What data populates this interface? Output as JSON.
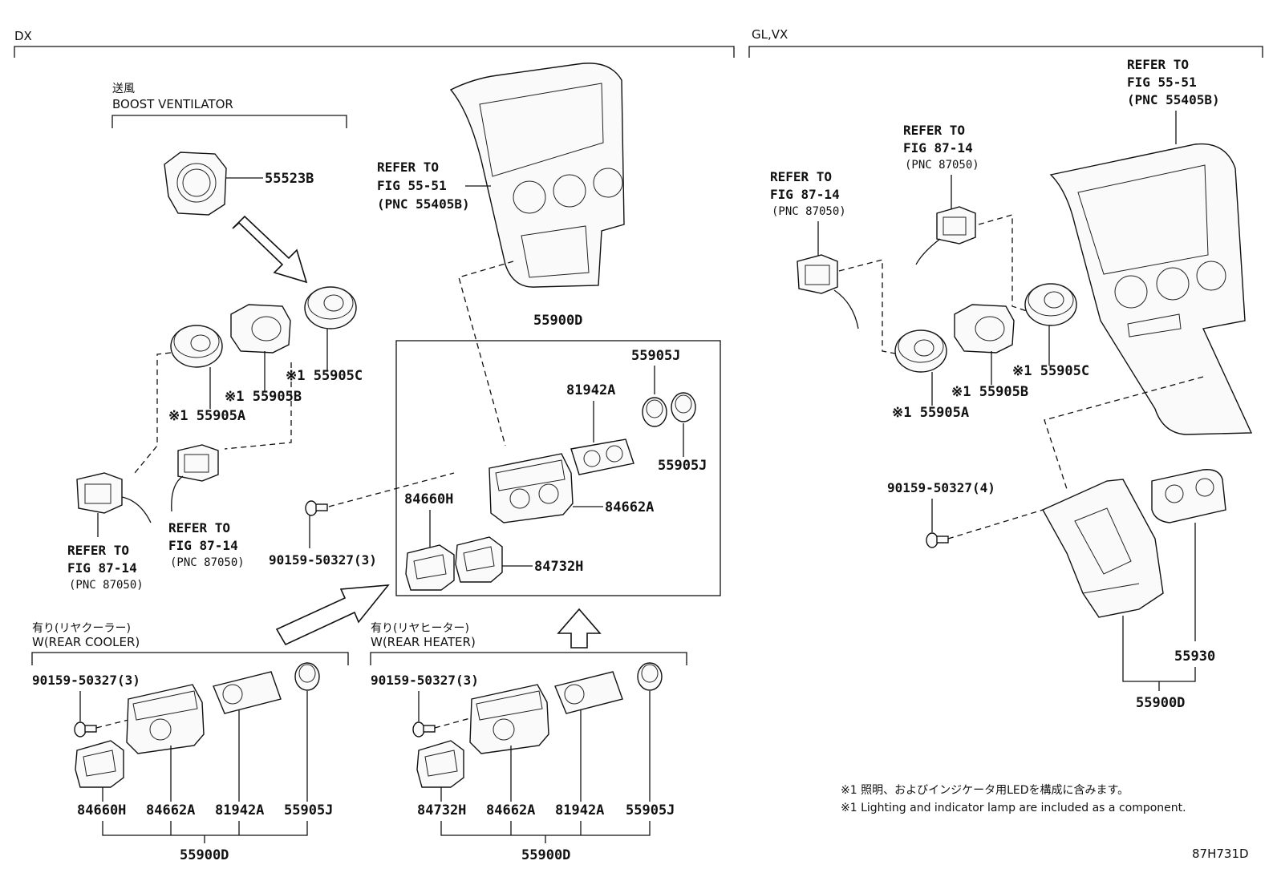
{
  "sections": {
    "dx": "DX",
    "glvx": "GL,VX"
  },
  "labels": {
    "boost_jp": "送風",
    "boost_en": "BOOST VENTILATOR",
    "rear_cooler_jp": "有り(リヤクーラー)",
    "rear_cooler_en": "W(REAR COOLER)",
    "rear_heater_jp": "有り(リヤヒーター)",
    "rear_heater_en": "W(REAR HEATER)"
  },
  "refs": {
    "refer_to": "REFER TO",
    "fig_55_51": "FIG 55-51",
    "pnc_55405b": "(PNC 55405B)",
    "fig_87_14": "FIG 87-14",
    "pnc_87050": "(PNC 87050)"
  },
  "parts": {
    "p55523b": "55523B",
    "p155905a": "※1 55905A",
    "p155905b": "※1 55905B",
    "p155905c": "※1 55905C",
    "p55900d": "55900D",
    "p55905j": "55905J",
    "p81942a": "81942A",
    "p84660h": "84660H",
    "p84662a": "84662A",
    "p84732h": "84732H",
    "p55930": "55930",
    "bolt3": "90159-50327(3)",
    "bolt4": "90159-50327(4)"
  },
  "notes": {
    "jp": "※1 照明、およびインジケータ用LEDを構成に含みます。",
    "en": "※1 Lighting and indicator lamp are included as a component."
  },
  "figure_id": "87H731D"
}
